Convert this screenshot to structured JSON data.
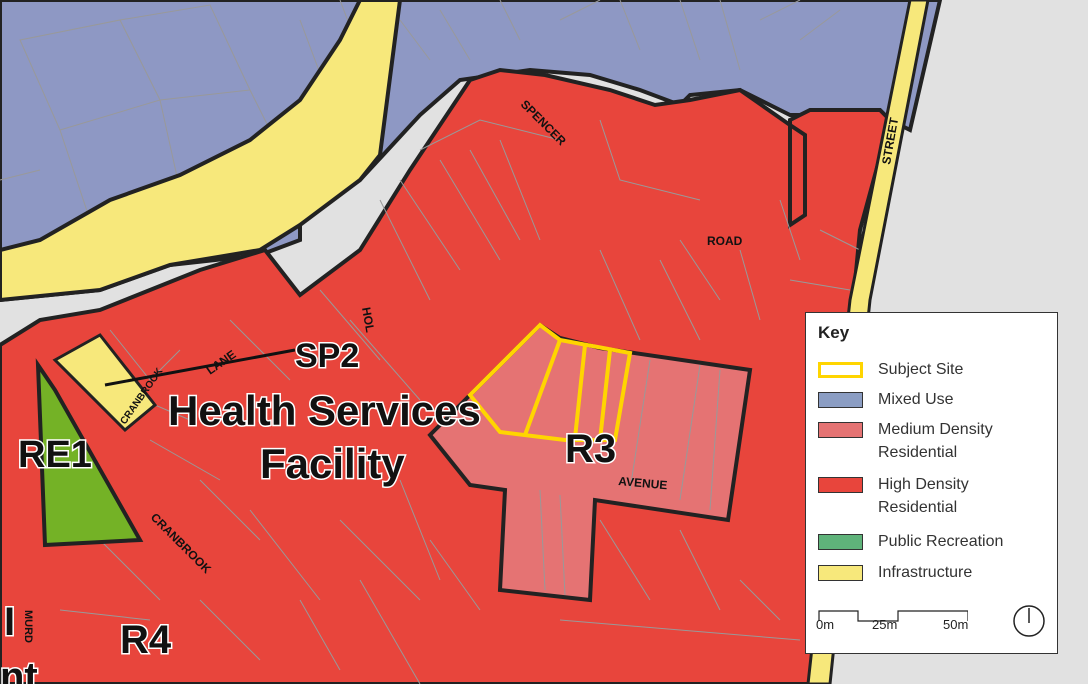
{
  "zone_labels": {
    "sp2": "SP2",
    "health_line1": "Health Services",
    "health_line2": "Facility",
    "re1": "RE1",
    "r3": "R3",
    "r4": "R4",
    "edge_i": "I",
    "edge_nt": "nt"
  },
  "street_labels": {
    "spencer": "SPENCER",
    "road": "ROAD",
    "street": "STREET",
    "lane": "LANE",
    "cranbrook_lane": "CRANBROOK",
    "hol": "HOL",
    "avenue": "AVENUE",
    "cranbrook": "CRANBROOK",
    "murd": "MURD"
  },
  "key": {
    "title": "Key",
    "items": [
      {
        "label": "Subject Site",
        "fill": "#ffffff",
        "border": "#ffd500"
      },
      {
        "label": "Mixed Use",
        "fill": "#8b9dc3",
        "border": "#333333"
      },
      {
        "label": "Medium Density Residential",
        "fill": "#e57373",
        "border": "#333333"
      },
      {
        "label": "High Density Residential",
        "fill": "#e8453c",
        "border": "#333333"
      },
      {
        "label": "Public Recreation",
        "fill": "#5fb37a",
        "border": "#333333"
      },
      {
        "label": "Infrastructure",
        "fill": "#f7e87b",
        "border": "#333333"
      }
    ],
    "scale": {
      "s0": "0m",
      "s1": "25m",
      "s2": "50m"
    }
  },
  "colors": {
    "mixed_use": "#8e98c4",
    "high_density": "#e8453c",
    "medium_density": "#e57373",
    "recreation": "#74b226",
    "infrastructure": "#f7e87b",
    "subject_site": "#ffd500",
    "background": "#e1e1e1"
  }
}
